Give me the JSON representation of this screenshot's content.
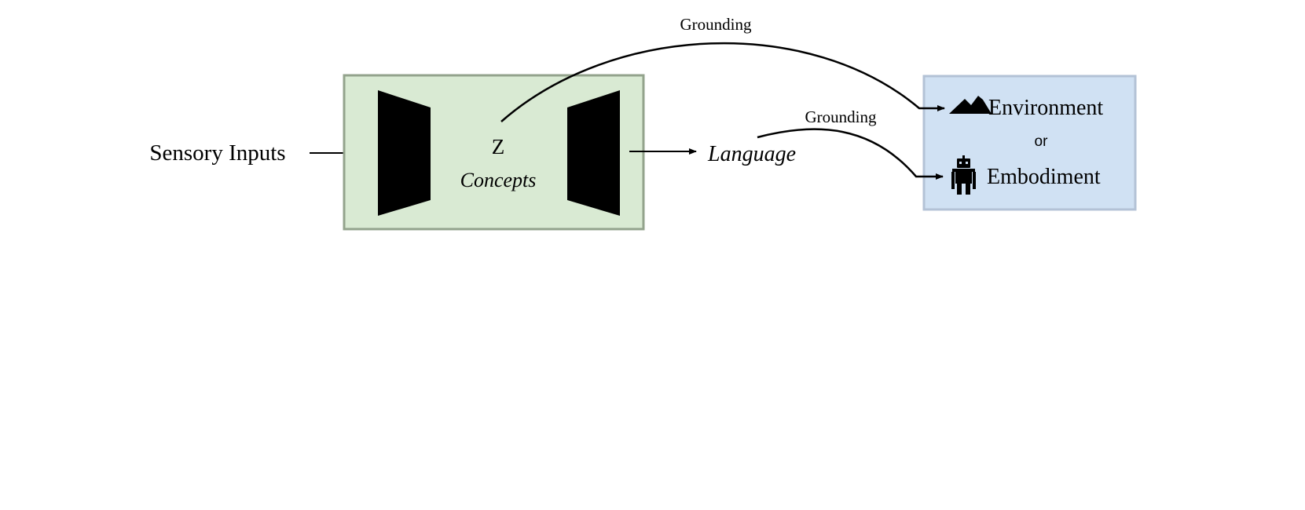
{
  "input_label": "Sensory Inputs",
  "latent_symbol": "Z",
  "concepts_label": "Concepts",
  "language_label": "Language",
  "grounding_top_label": "Grounding",
  "grounding_bottom_label": "Grounding",
  "environment_label": "Environment",
  "or_label": "or",
  "embodiment_label": "Embodiment",
  "colors": {
    "model_box_fill": "#d9ead3",
    "model_box_stroke": "#93a38c",
    "target_box_fill": "#d0e1f3",
    "target_box_stroke": "#b3c2d6",
    "ink": "#000000"
  },
  "icons": {
    "encoder": "encoder-trapezoid",
    "decoder": "decoder-trapezoid",
    "environment": "mountain-icon",
    "embodiment": "robot-icon"
  }
}
